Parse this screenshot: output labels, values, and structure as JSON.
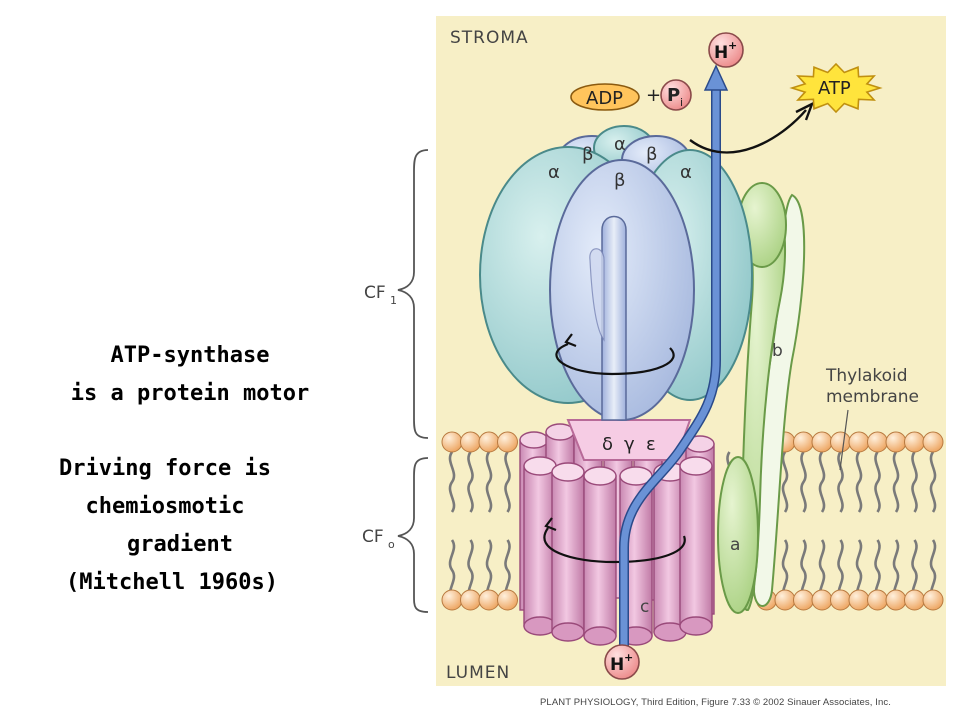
{
  "caption": {
    "line1": "ATP-synthase",
    "line2": "is a protein motor",
    "line3": "Driving force is",
    "line4": "chemiosmotic",
    "line5": "gradient",
    "line6": "(Mitchell 1960s)"
  },
  "diagram": {
    "stroma": "STROMA",
    "lumen": "LUMEN",
    "cf1": "CF",
    "cf1_sub": "1",
    "cfo": "CF",
    "cfo_sub": "o",
    "thylakoid_line1": "Thylakoid",
    "thylakoid_line2": "membrane",
    "h_top": "H",
    "h_bottom": "H",
    "h_sup": "+",
    "adp": "ADP",
    "plus": "+",
    "pi": "P",
    "pi_sub": "i",
    "atp": "ATP",
    "alpha": "α",
    "beta": "β",
    "delta": "δ",
    "gamma": "γ",
    "epsilon": "ε",
    "sub_a": "a",
    "sub_b": "b",
    "sub_c": "c"
  },
  "credit": "PLANT PHYSIOLOGY, Third Edition, Figure 7.33  © 2002 Sinauer Associates, Inc.",
  "colors": {
    "background_panel": "#f7efc6",
    "alpha_subunit": "#b4dcdc",
    "beta_subunit": "#c6d2ec",
    "c_ring": "#e6acd0",
    "b_a_subunit": "#c8e4a8",
    "lipid_head": "#f6c08a",
    "proton_path": "#5c84cc",
    "h_ion": "#f4a0a0",
    "atp_burst": "#ffe640",
    "adp_oval": "#ffc860"
  }
}
